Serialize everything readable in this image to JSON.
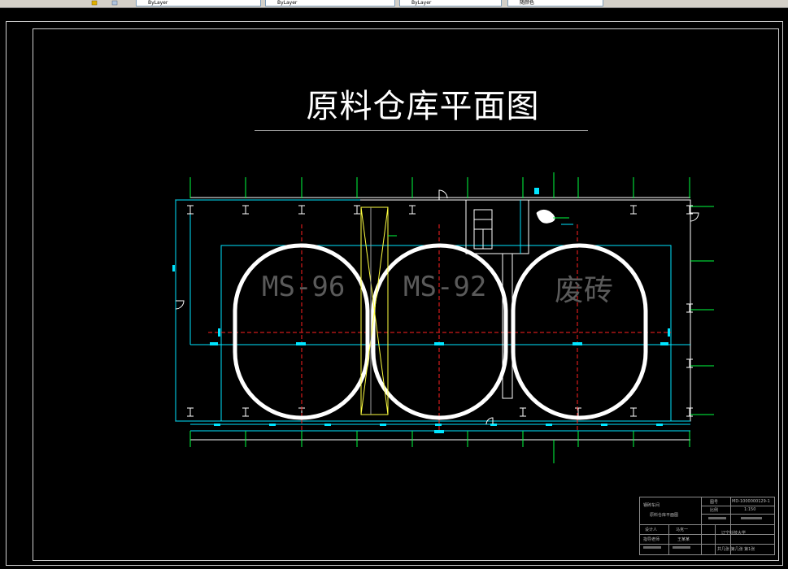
{
  "toolbar": {
    "fields": [
      "ByLayer",
      "ByLayer",
      "ByLayer",
      "随颜色"
    ]
  },
  "drawing": {
    "title": "原料仓库平面图",
    "bins": [
      {
        "label": "MS-96"
      },
      {
        "label": "MS-92"
      },
      {
        "label": "废砖"
      }
    ]
  },
  "title_block": {
    "project": "钢砖车间",
    "drawing_name": "原料仓库平面图",
    "drawing_no_label": "图号",
    "drawing_no": "MD-1000000129-1",
    "scale_label": "比例",
    "scale": "1:150",
    "designer_label": "设计人",
    "designer": "马克一",
    "checker_label": "指导老师",
    "checker": "王某某",
    "school": "辽宁科技大学",
    "sheet": "共几张 第几张 第1张"
  }
}
